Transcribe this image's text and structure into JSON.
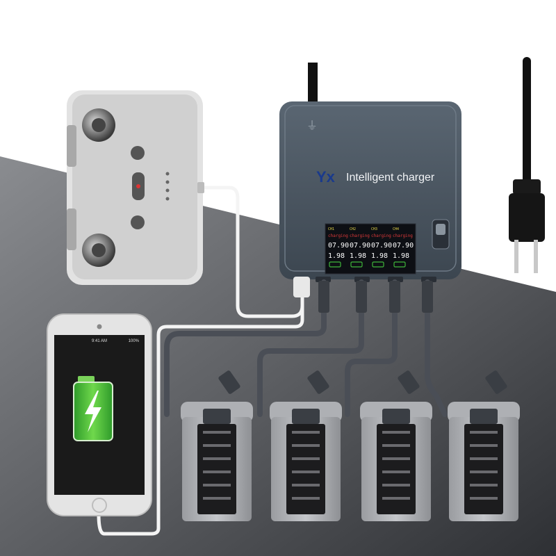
{
  "charger": {
    "logo": "Yx",
    "brand_label": "Intelligent charger",
    "channels": [
      {
        "name": "CH1",
        "status": "charging",
        "voltage": "07.90",
        "current": "1.98"
      },
      {
        "name": "CH2",
        "status": "charging",
        "voltage": "07.90",
        "current": "1.98"
      },
      {
        "name": "CH3",
        "status": "charging",
        "voltage": "07.90",
        "current": "1.98"
      },
      {
        "name": "CH4",
        "status": "charging",
        "voltage": "07.90",
        "current": "1.98"
      }
    ]
  },
  "phone": {
    "status_time": "9:41 AM",
    "status_battery": "100%"
  },
  "colors": {
    "charger_body": "#4a5560",
    "screen_bg": "#0d0f14",
    "accent_yellow": "#e6d84a",
    "accent_red": "#e03b3b",
    "battery_green": "#3fb63a",
    "background_dark": "#5a5c60"
  },
  "icons": {
    "power_plug": "plug-icon",
    "charging_bolt": "lightning-icon",
    "battery": "battery-icon"
  }
}
